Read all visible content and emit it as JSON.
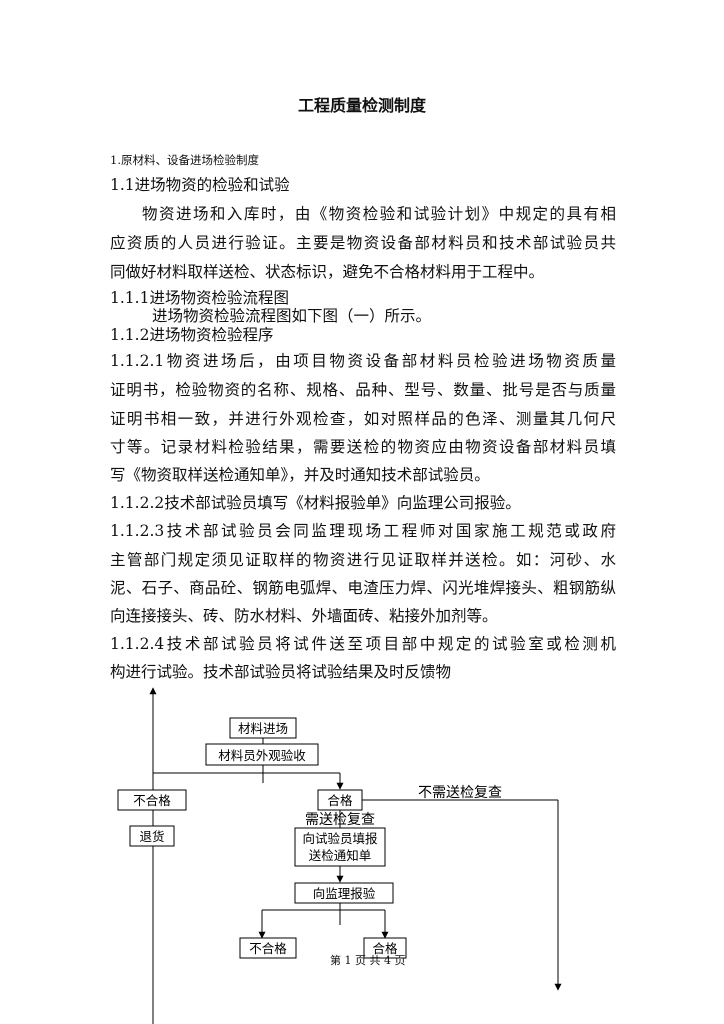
{
  "title": "工程质量检测制度",
  "section_heading": "1.原材料、设备进场检验制度",
  "lines": [
    "1.1进场物资的检验和试验",
    "物资进场和入库时，由《物资检验和试验计划》中规定的具有相",
    "应资质的人员进行验证。主要是物资设备部材料员和技术部试验员共",
    "同做好材料取样送检、状态标识，避免不合格材料用于工程中。",
    "1.1.1进场物资检验流程图",
    "进场物资检验流程图如下图（一）所示。",
    "1.1.2进场物资检验程序",
    "1.1.2.1物资进场后，由项目物资设备部材料员检验进场物资质量",
    "证明书，检验物资的名称、规格、品种、型号、数量、批号是否与质量",
    "证明书相一致，并进行外观检查，如对照样品的色泽、测量其几何尺",
    "寸等。记录材料检验结果，需要送检的物资应由物资设备部材料员填",
    "写《物资取样送检通知单》，并及时通知技术部试验员。",
    "1.1.2.2技术部试验员填写《材料报验单》向监理公司报验。",
    "1.1.2.3技术部试验员会同监理现场工程师对国家施工规范或政府",
    "主管部门规定须见证取样的物资进行见证取样并送检。如：河砂、水",
    "泥、石子、商品砼、钢筋电弧焊、电渣压力焊、闪光堆焊接头、粗钢筋纵",
    "向连接接头、砖、防水材料、外墙面砖、粘接外加剂等。",
    "1.1.2.4技术部试验员将试件送至项目部中规定的试验室或检测机",
    "构进行试验。技术部试验员将试验结果及时反馈物"
  ],
  "flowchart": {
    "material_entry": "材料进场",
    "visual_inspection": "材料员外观验收",
    "unqualified": "不合格",
    "qualified": "合格",
    "no_recheck": "不需送检复查",
    "return_goods": "退货",
    "need_recheck": "需送检复查",
    "fill_notice_line1": "向试验员填报",
    "fill_notice_line2": "送检通知单",
    "report_supervisor": "向监理报验",
    "unqualified_2": "不合格",
    "qualified_2": "合格"
  },
  "footer": "第 1 页 共 4 页"
}
